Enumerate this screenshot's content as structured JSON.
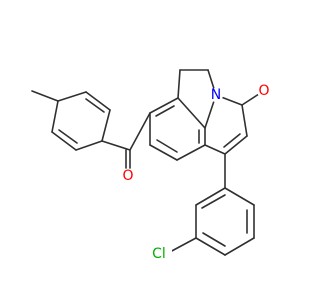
{
  "atoms": {
    "nitrogen": {
      "label": "N",
      "color": "#0000ff"
    },
    "ketone_oxygen": {
      "label": "O",
      "color": "#ff0000"
    },
    "carbonyl_oxygen": {
      "label": "O",
      "color": "#ff0000"
    },
    "chlorine": {
      "label": "Cl",
      "color": "#00b000"
    }
  },
  "colors": {
    "bond": "#303030",
    "background": "#ffffff"
  }
}
